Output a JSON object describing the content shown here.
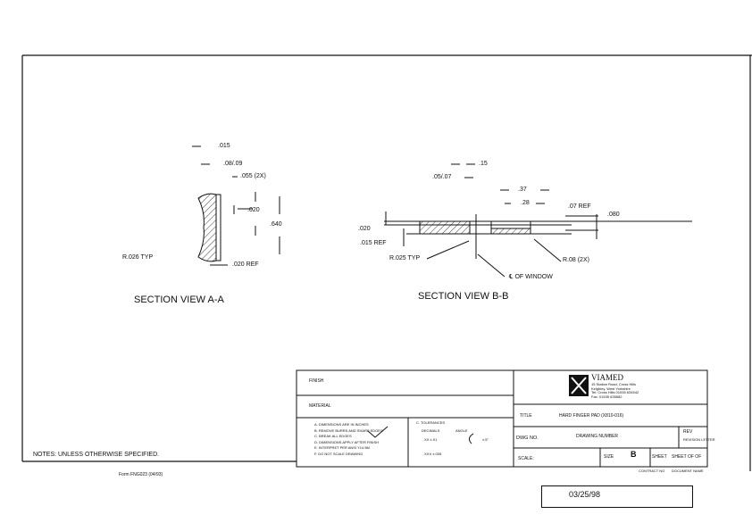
{
  "section_a": {
    "title": "SECTION VIEW A-A",
    "dims": [
      ".015",
      ".08/.09",
      ".055 (2X)",
      ".020",
      ".640",
      ".020 REF",
      "R.026 TYP"
    ]
  },
  "section_b": {
    "title": "SECTION VIEW B-B",
    "dims": [
      ".15",
      ".05/.07",
      ".37",
      ".28",
      ".07 REF",
      ".080",
      ".020",
      ".015 REF",
      "R.025 TYP",
      "R.08 (2X)",
      "℄ OF WINDOW"
    ]
  },
  "notes": "NOTES: UNLESS OTHERWISE SPECIFIED.",
  "form": "Form FNG023 (04/93)",
  "title_block": {
    "finish": "FINISH",
    "material": "MATERIAL",
    "tolerances": [
      "A. DIMENSIONS ARE IN INCHES",
      "B. REMOVE BURRS AND SHARP EDGES",
      "C. BREAK ALL EDGES",
      "D. DIMENSIONS APPLY AFTER FINISH",
      "E. INTERPRET PER ANSI Y14.5M",
      "F. DO NOT SCALE DRAWING"
    ],
    "tol_header": "C. TOLERANCES",
    "tol_col1": "DECIMALS",
    "tol_col2": "ANGLE",
    "tol_r1": ".XX  ±.01",
    "tol_r2": ".XXX  ±.005",
    "tol_angle": "±.5°",
    "company": "VIAMED",
    "address": [
      "15 Station Road, Cross Hills",
      "Keighley, West Yorkshire",
      "Tel: Cross Hills 01535 634542",
      "Fax: 01535 635582"
    ],
    "title_label": "TITLE",
    "title_value": "HARD FINGER PAD (X810-016)",
    "dwg_label": "DWG NO.",
    "dwg_value": "DRAWING NUMBER",
    "rev_label": "REV",
    "rev_value": "REVISION LETTER",
    "scale_label": "SCALE:",
    "size_label": "SIZE",
    "size_value": "B",
    "sheet_label": "SHEET",
    "sheet_value": "SHEET OF OF",
    "contract": "CONTRACT NO",
    "docname": "DOCUMENT NAME"
  },
  "date": "03/25/98"
}
